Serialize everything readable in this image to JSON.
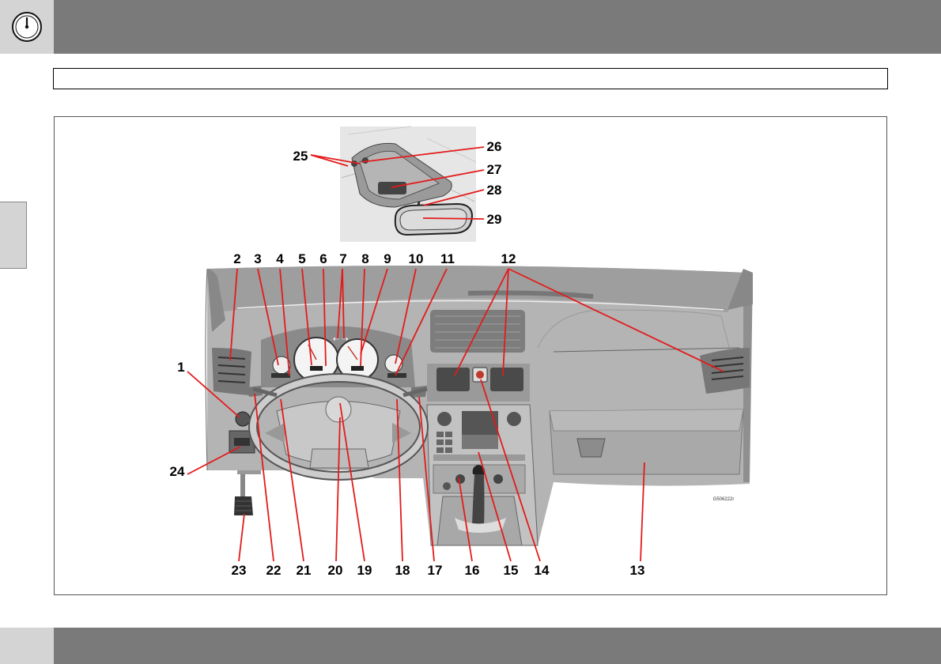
{
  "header": {
    "icon": "gauge-icon"
  },
  "section_title": "",
  "figure": {
    "ref_code": "G506222r",
    "callouts": [
      "1",
      "2",
      "3",
      "4",
      "5",
      "6",
      "7",
      "8",
      "9",
      "10",
      "11",
      "12",
      "13",
      "14",
      "15",
      "16",
      "17",
      "18",
      "19",
      "20",
      "21",
      "22",
      "23",
      "24",
      "25",
      "26",
      "27",
      "28",
      "29"
    ],
    "accent_color": "#e31b1b"
  }
}
